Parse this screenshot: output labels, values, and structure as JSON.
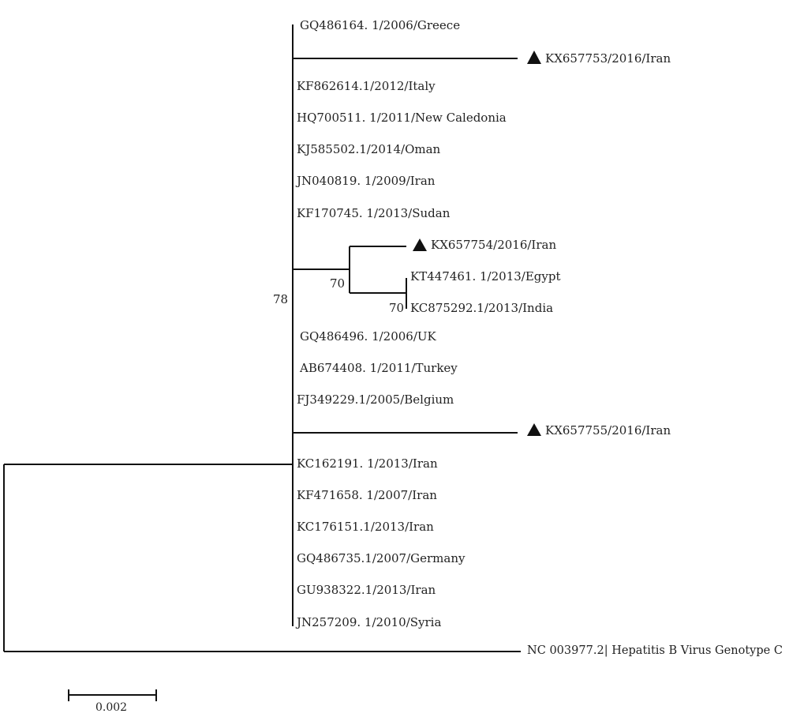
{
  "tree": {
    "taxa": {
      "greece": "GQ486164. 1/2006/Greece",
      "kx53": "KX657753/2016/Iran",
      "italy": "KF862614.1/2012/Italy",
      "newcal": "HQ700511. 1/2011/New Caledonia",
      "oman": "KJ585502.1/2014/Oman",
      "iran09": "JN040819. 1/2009/Iran",
      "sudan": "KF170745. 1/2013/Sudan",
      "kx54": "KX657754/2016/Iran",
      "egypt": "KT447461. 1/2013/Egypt",
      "india": "KC875292.1/2013/India",
      "uk": "GQ486496. 1/2006/UK",
      "turkey": "AB674408. 1/2011/Turkey",
      "belgium": "FJ349229.1/2005/Belgium",
      "kx55": "KX657755/2016/Iran",
      "iran13a": "KC162191. 1/2013/Iran",
      "iran07": "KF471658. 1/2007/Iran",
      "iran13b": "KC176151.1/2013/Iran",
      "germany": "GQ486735.1/2007/Germany",
      "iran13c": "GU938322.1/2013/Iran",
      "syria": "JN257209. 1/2010/Syria",
      "outgroup": "NC 003977.2| Hepatitis B Virus Genotype C"
    },
    "marked_taxa": [
      "kx53",
      "kx54",
      "kx55"
    ],
    "marker_icon": "filled-triangle-icon",
    "bootstrap": {
      "main_clade": "78",
      "subclade": "70",
      "egypt_india": "70"
    },
    "scale_bar": {
      "label": "0.002"
    },
    "colors": {
      "line": "#111111",
      "text": "#222222",
      "background": "#ffffff"
    }
  }
}
